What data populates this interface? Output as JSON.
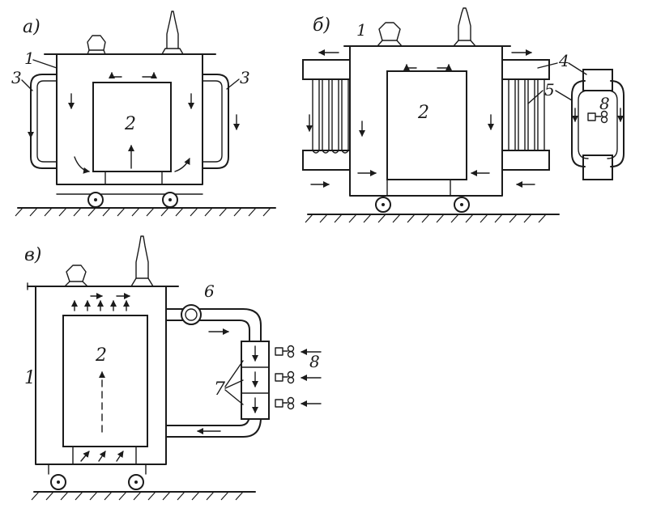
{
  "colors": {
    "ink": "#1b1b1b",
    "background": "#ffffff"
  },
  "panels": {
    "a": {
      "tag": "а)",
      "labels": {
        "tank": "1",
        "core": "2",
        "radiator_left": "3",
        "radiator_right": "3"
      }
    },
    "b": {
      "tag": "б)",
      "labels": {
        "tank": "1",
        "core": "2",
        "header": "4",
        "tubes": "5",
        "fan": "8"
      }
    },
    "v": {
      "tag": "в)",
      "labels": {
        "tank": "1",
        "core": "2",
        "pump": "6",
        "cooler_sections": "7",
        "fan": "8"
      }
    }
  }
}
